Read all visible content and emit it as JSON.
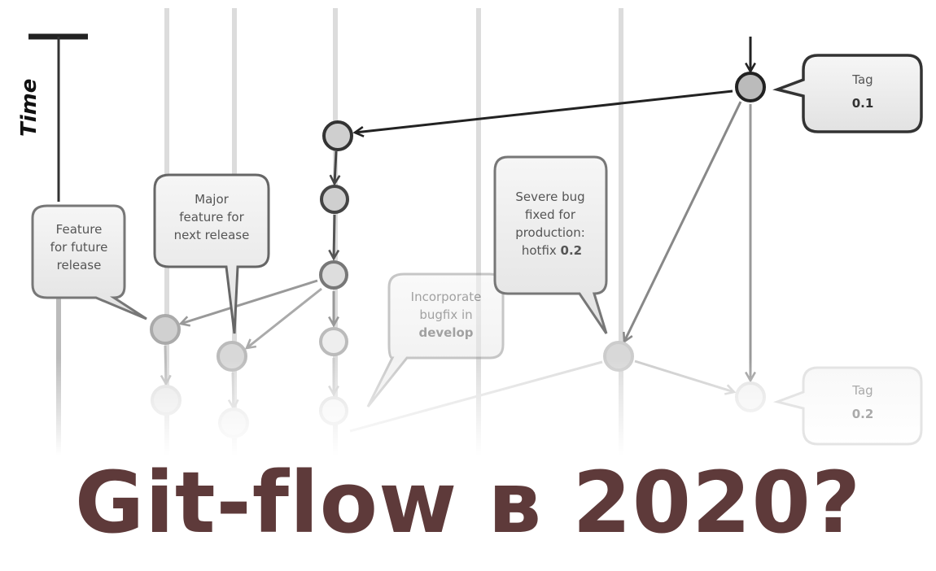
{
  "diagram": {
    "axis_label": "Time",
    "bubbles": {
      "feature_future": [
        "Feature",
        "for future",
        "release"
      ],
      "major_feature": [
        "Major",
        "feature for",
        "next release"
      ],
      "incorporate": [
        "Incorporate",
        "bugfix in",
        "develop"
      ],
      "severe_bug": [
        "Severe bug",
        "fixed for",
        "production:",
        "hotfix ",
        "0.2"
      ],
      "tag_01": [
        "Tag",
        "0.1"
      ],
      "tag_02": [
        "Tag",
        "0.2"
      ]
    }
  },
  "title": "Git-flow в 2020?",
  "colors": {
    "title": "#5e3a3a",
    "ink": "#333333",
    "lane": "#dddddd"
  }
}
